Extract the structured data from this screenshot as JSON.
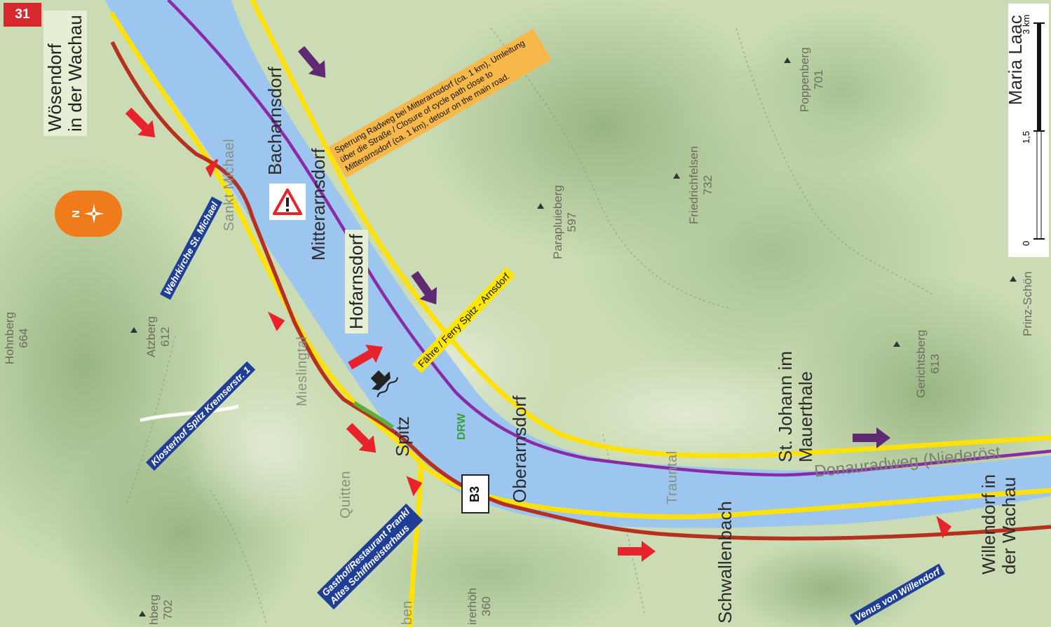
{
  "page_number": "31",
  "towns": {
    "woesendorf": "Wösendorf\nin der Wachau",
    "bacharnsdorf": "Bacharnsdorf",
    "mitterarnsdorf": "Mitterarnsdorf",
    "hofarnsdorf": "Hofarnsdorf",
    "spitz": "Spitz",
    "oberarnsdorf": "Oberarnsdorf",
    "st_johann": "St. Johann im\nMauerthale",
    "schwallenbach": "Schwallenbach",
    "willendorf": "Willendorf in\nder Wachau",
    "maria_laach": "Maria Laac"
  },
  "peaks": {
    "poppenberg": "Poppenberg\n701",
    "friedrichfelsen": "Friedrichfelsen\n732",
    "parapluieberg": "Parapluieberg\n597",
    "atzberg": "Atzberg\n612",
    "hohnberg": "Hohnberg\n664",
    "gerichtsberg": "Gerichtsberg\n613",
    "prinz_schoen": "Prinz-Schön",
    "hirschberg": "hberg\n702",
    "geierhoehe": "irerhöh\n360"
  },
  "faint_labels": {
    "sankt_michael": "Sankt Michael",
    "mieslingtal": "Mieslingtal",
    "quitten": "Quitten",
    "trauntal": "Trauntal",
    "ben": "ben"
  },
  "route_label": "Donauradweg (Niederöst",
  "road_label": "B3",
  "drw_label": "DRW",
  "notes": {
    "closure": "Sperrung Radweg bei Mitterarnsdorf (ca. 1 km), Umleitung über die Straße / Closure of cycle path close to Mitterarnsdorf (ca. 1 km), detour on the main road.",
    "ferry": "Fähre / Ferry Spitz - Arnsdorf"
  },
  "poi_labels": {
    "wehrkirche": "Wehrkirche St. Michael",
    "klosterhof": "Klosterhof Spitz Kremserstr. 1",
    "gasthof": "Gasthof/Restaurant Prankl\nAltes Schiffmeisterhaus",
    "venus": "Venus von Willendorf"
  },
  "compass_label": "N",
  "scale": {
    "ticks": [
      "0",
      "1,5",
      "3 km"
    ]
  },
  "icons": {
    "compass": "compass-rose-icon",
    "warning": "warning-triangle-icon",
    "ferry": "ferry-boat-icon"
  },
  "colors": {
    "river": "#9cc6ef",
    "route_red": "#b5301f",
    "road_yellow": "#ffe10a",
    "route_purple": "#8a2aa6",
    "arrow_red": "#e8232b",
    "arrow_purple": "#5e2a73",
    "poi_blue": "#1f3f96",
    "note_orange": "#f7b84a",
    "badge_red": "#d9272e"
  }
}
